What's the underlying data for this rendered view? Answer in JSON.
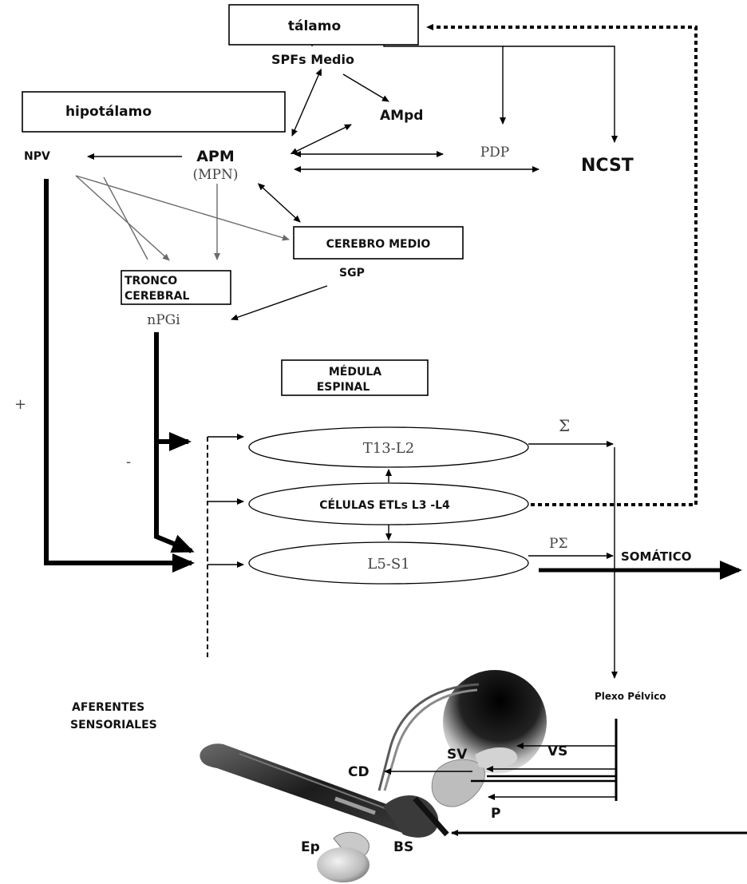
{
  "diagram": {
    "nodes": {
      "talamo": "tálamo",
      "spf_medio": "SPFs Medio",
      "hipotalamo": "hipotálamo",
      "ampd": "AMpd",
      "npv": "NPV",
      "apm": "APM",
      "mpn": "(MPN)",
      "pdp": "PDP",
      "ncst": "NCST",
      "cerebro_medio": "CEREBRO MEDIO",
      "sgp": "SGP",
      "tronco_cerebral_1": "TRONCO",
      "tronco_cerebral_2": "CEREBRAL",
      "npgi": "nPGi",
      "medula_1": "MÉDULA",
      "medula_2": "ESPINAL",
      "t13_l2": "T13-L2",
      "celulas_etl": "CÉLULAS ETLs L3 -L4",
      "l5_s1": "L5-S1",
      "sigma": "Σ",
      "p_sigma": "PΣ",
      "somatico": "SOMÁTICO",
      "plexo_pelvico": "Plexo Pélvico",
      "aferentes_1": "AFERENTES",
      "aferentes_2": "SENSORIALES",
      "plus_sign": "+",
      "minus_sign": "-"
    },
    "anatomy_labels": {
      "vs": "VS",
      "sv": "SV",
      "cd": "CD",
      "p": "P",
      "ep": "Ep",
      "bs": "BS"
    },
    "colors": {
      "line": "#000000",
      "gray_line": "#6b6b6b",
      "anatomy_dark": "#1c1c1c",
      "anatomy_mid": "#8a8a8a",
      "anatomy_light": "#cfcfcf"
    }
  }
}
